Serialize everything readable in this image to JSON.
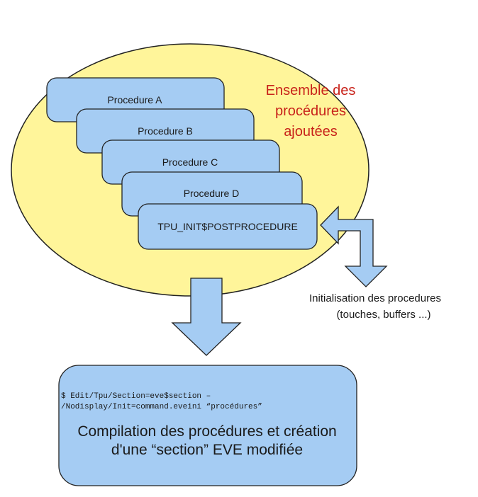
{
  "procedures": [
    {
      "label": "Procedure A"
    },
    {
      "label": "Procedure B"
    },
    {
      "label": "Procedure C"
    },
    {
      "label": "Procedure D"
    },
    {
      "label": "TPU_INIT$POSTPROCEDURE"
    }
  ],
  "group_label": {
    "line1": "Ensemble des",
    "line2": "procédures",
    "line3": "ajoutées"
  },
  "init_label": {
    "line1": "Initialisation des procedures",
    "line2": "(touches, buffers ...)"
  },
  "compilation": {
    "command_line1": "$ Edit/Tpu/Section=eve$section –",
    "command_line2": "/Nodisplay/Init=command.eveini “procédures”",
    "title_line1": "Compilation des procédures et création",
    "title_line2": "d'une “section” EVE modifiée"
  },
  "colors": {
    "ellipse_fill": "#fff59a",
    "box_fill": "#a5ccf3",
    "arrow_fill": "#a5ccf3",
    "outline": "#222222",
    "accent_text": "#c8221a"
  }
}
